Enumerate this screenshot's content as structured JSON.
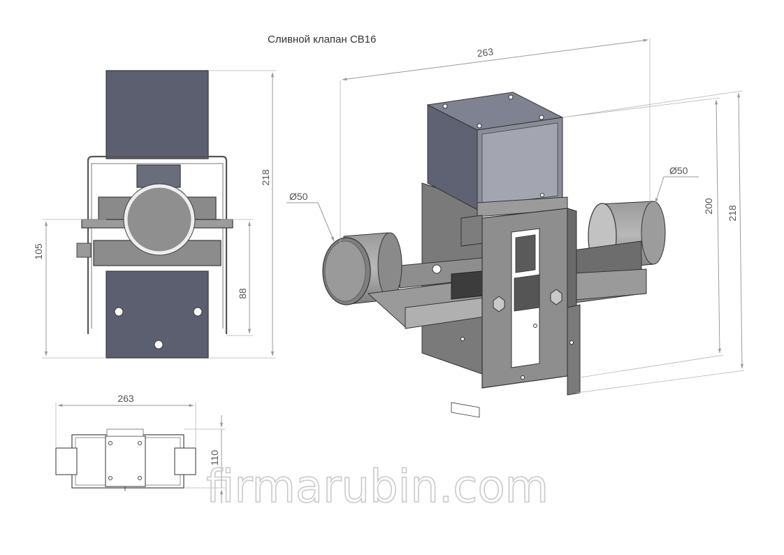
{
  "title": "Сливной клапан  СВ16",
  "colors": {
    "steel_dark": "#5a5e6e",
    "steel_mid": "#8a8a8a",
    "steel_light": "#a8a8a8",
    "dimension": "#9a9a9a"
  },
  "front_view": {
    "dim_height_total": "218",
    "dim_height_lower": "105",
    "dim_height_inner": "88"
  },
  "top_view": {
    "dim_width": "263",
    "dim_depth": "110"
  },
  "iso_view": {
    "dim_length": "263",
    "dim_height_a": "200",
    "dim_height_b": "218",
    "dim_pipe_left": "Ø50",
    "dim_pipe_right": "Ø50"
  },
  "watermark": "firmarubin.com"
}
